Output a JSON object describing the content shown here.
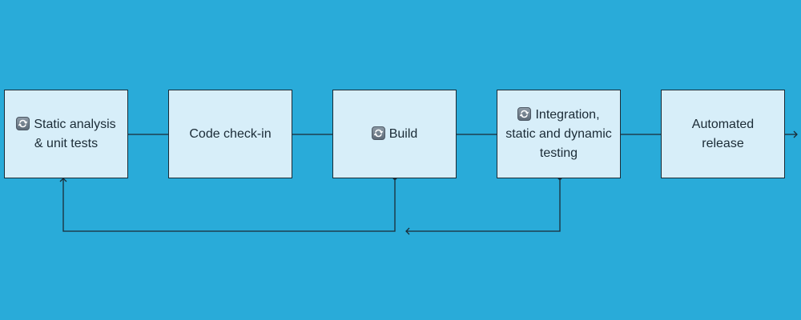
{
  "diagram": {
    "stages": [
      {
        "id": "static-analysis",
        "label": "Static analysis & unit tests",
        "icon": "loop-icon"
      },
      {
        "id": "code-check-in",
        "label": "Code check-in",
        "icon": ""
      },
      {
        "id": "build",
        "label": "Build",
        "icon": "loop-icon"
      },
      {
        "id": "integration-testing",
        "label": "Integration, static and dynamic testing",
        "icon": "loop-icon"
      },
      {
        "id": "automated-release",
        "label": "Automated release",
        "icon": ""
      }
    ],
    "flows": [
      {
        "from": "static-analysis",
        "to": "code-check-in"
      },
      {
        "from": "code-check-in",
        "to": "build"
      },
      {
        "from": "build",
        "to": "integration-testing"
      },
      {
        "from": "integration-testing",
        "to": "automated-release"
      },
      {
        "from": "automated-release",
        "to": "exit"
      },
      {
        "from": "build",
        "to": "static-analysis",
        "kind": "feedback"
      },
      {
        "from": "integration-testing",
        "to": "build",
        "kind": "feedback"
      }
    ],
    "colors": {
      "background": "#29abd9",
      "box_fill": "#d7eef9",
      "stroke": "#1b2b36",
      "icon": "#7a8794"
    }
  }
}
